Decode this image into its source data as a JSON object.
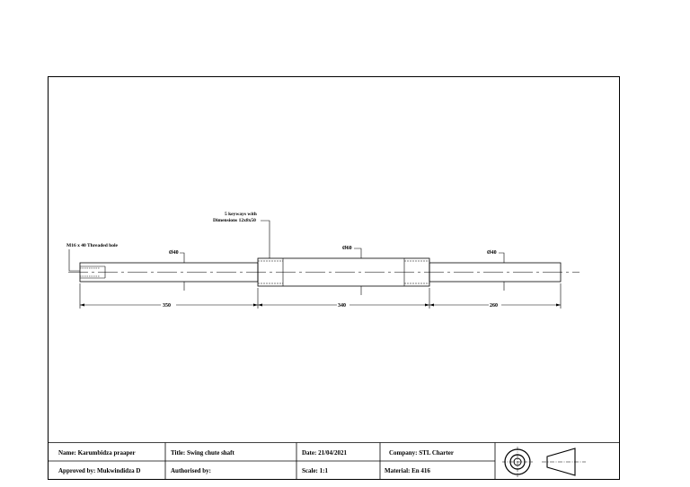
{
  "drawing": {
    "annotations": {
      "thread_hole": "M16 x 40 Threaded hole",
      "keyway_line1": "5 keyways with",
      "keyway_line2": "Dimensions 12x8x50",
      "dia_left": "Ø40",
      "dia_mid": "Ø60",
      "dia_right": "Ø40"
    },
    "dimensions": {
      "left_length": "350",
      "mid_length": "340",
      "right_length": "260"
    }
  },
  "title_block": {
    "name": "Name: Karumbidza praaper",
    "title": "Title: Swing chute shaft",
    "date": "Date: 21/04/2021",
    "company": "Company: STL Charter",
    "approved": "Approved by: Mukwindidza D",
    "authorised": "Authorised by:",
    "scale": "Scale: 1:1",
    "material": "Material: En 416"
  },
  "projection_symbol": "third-angle-projection-icon"
}
